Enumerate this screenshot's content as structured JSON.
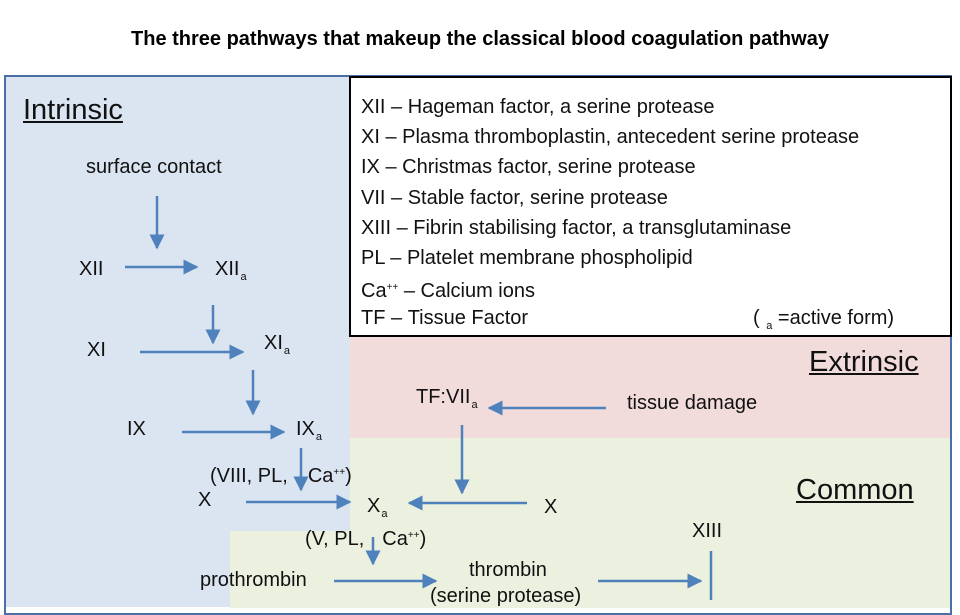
{
  "title": "The three pathways that makeup the classical blood coagulation pathway",
  "sections": {
    "intrinsic": "Intrinsic",
    "extrinsic": "Extrinsic",
    "common": "Common"
  },
  "legend": [
    {
      "key": "XII  –",
      "desc": "Hageman factor, a serine protease"
    },
    {
      "key": "XI   –",
      "desc": "Plasma thromboplastin, antecedent serine protease"
    },
    {
      "key": "IX   –",
      "desc": "Christmas factor, serine protease"
    },
    {
      "key": "VII  –",
      "desc": "Stable factor, serine protease"
    },
    {
      "key": "XIII –",
      "desc": "Fibrin stabilising factor, a transglutaminase"
    },
    {
      "key": "PL  –",
      "desc": "Platelet membrane phospholipid"
    },
    {
      "key": "Ca",
      "key_sup": "++",
      "key_tail": " –",
      "desc": "Calcium ions"
    },
    {
      "key": "TF  –",
      "desc": "Tissue Factor"
    }
  ],
  "active_note": {
    "open": "(",
    "sub": "a",
    "text": "=active form)"
  },
  "nodes": {
    "surface_contact": "surface contact",
    "xii": "XII",
    "xii_a": {
      "base": "XII",
      "sub": "a"
    },
    "xi": "XI",
    "xi_a": {
      "base": "XI",
      "sub": "a"
    },
    "ix": "IX",
    "ix_a": {
      "base": "IX",
      "sub": "a"
    },
    "cofactors_1": {
      "pre": "(VIII, PL,",
      "ca": "Ca",
      "sup": "++",
      "post": ")"
    },
    "x_left": "X",
    "x_a": {
      "base": "X",
      "sub": "a"
    },
    "x_right": "X",
    "tf_vii_a": {
      "base": "TF:VII",
      "sub": "a"
    },
    "tissue_damage": "tissue damage",
    "cofactors_2": {
      "pre": "(V, PL,",
      "ca": "Ca",
      "sup": "++",
      "post": ")"
    },
    "prothrombin": "prothrombin",
    "thrombin": "thrombin",
    "serine_protease": "(serine protease)",
    "xiii": "XIII"
  },
  "colors": {
    "arrow": "#4f81bd",
    "intrinsic_bg": "#dbe4f1",
    "extrinsic_bg": "#f2dcdb",
    "common_bg": "#ebf1de",
    "frame": "#4a6fa5"
  }
}
